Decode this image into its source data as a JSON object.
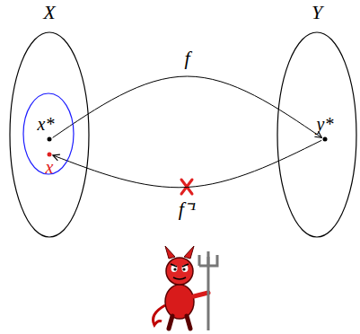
{
  "diagram": {
    "nodes": [
      {
        "text": [
          "X"
        ]
      },
      {
        "text": [],
        "in": 0
      },
      {
        "text": [
          "x*"
        ],
        "in": 1
      },
      {
        "text": [
          "x"
        ],
        "in": 1
      },
      {
        "text": [
          "Y"
        ]
      },
      {
        "text": [
          "y*"
        ],
        "in": 4
      }
    ],
    "edges": [
      {
        "from": 2,
        "to": 5,
        "label": "f",
        "arrow": "to"
      },
      {
        "from": 5,
        "to": 3,
        "label": "f⁻¹",
        "arrow": "to"
      }
    ]
  }
}
